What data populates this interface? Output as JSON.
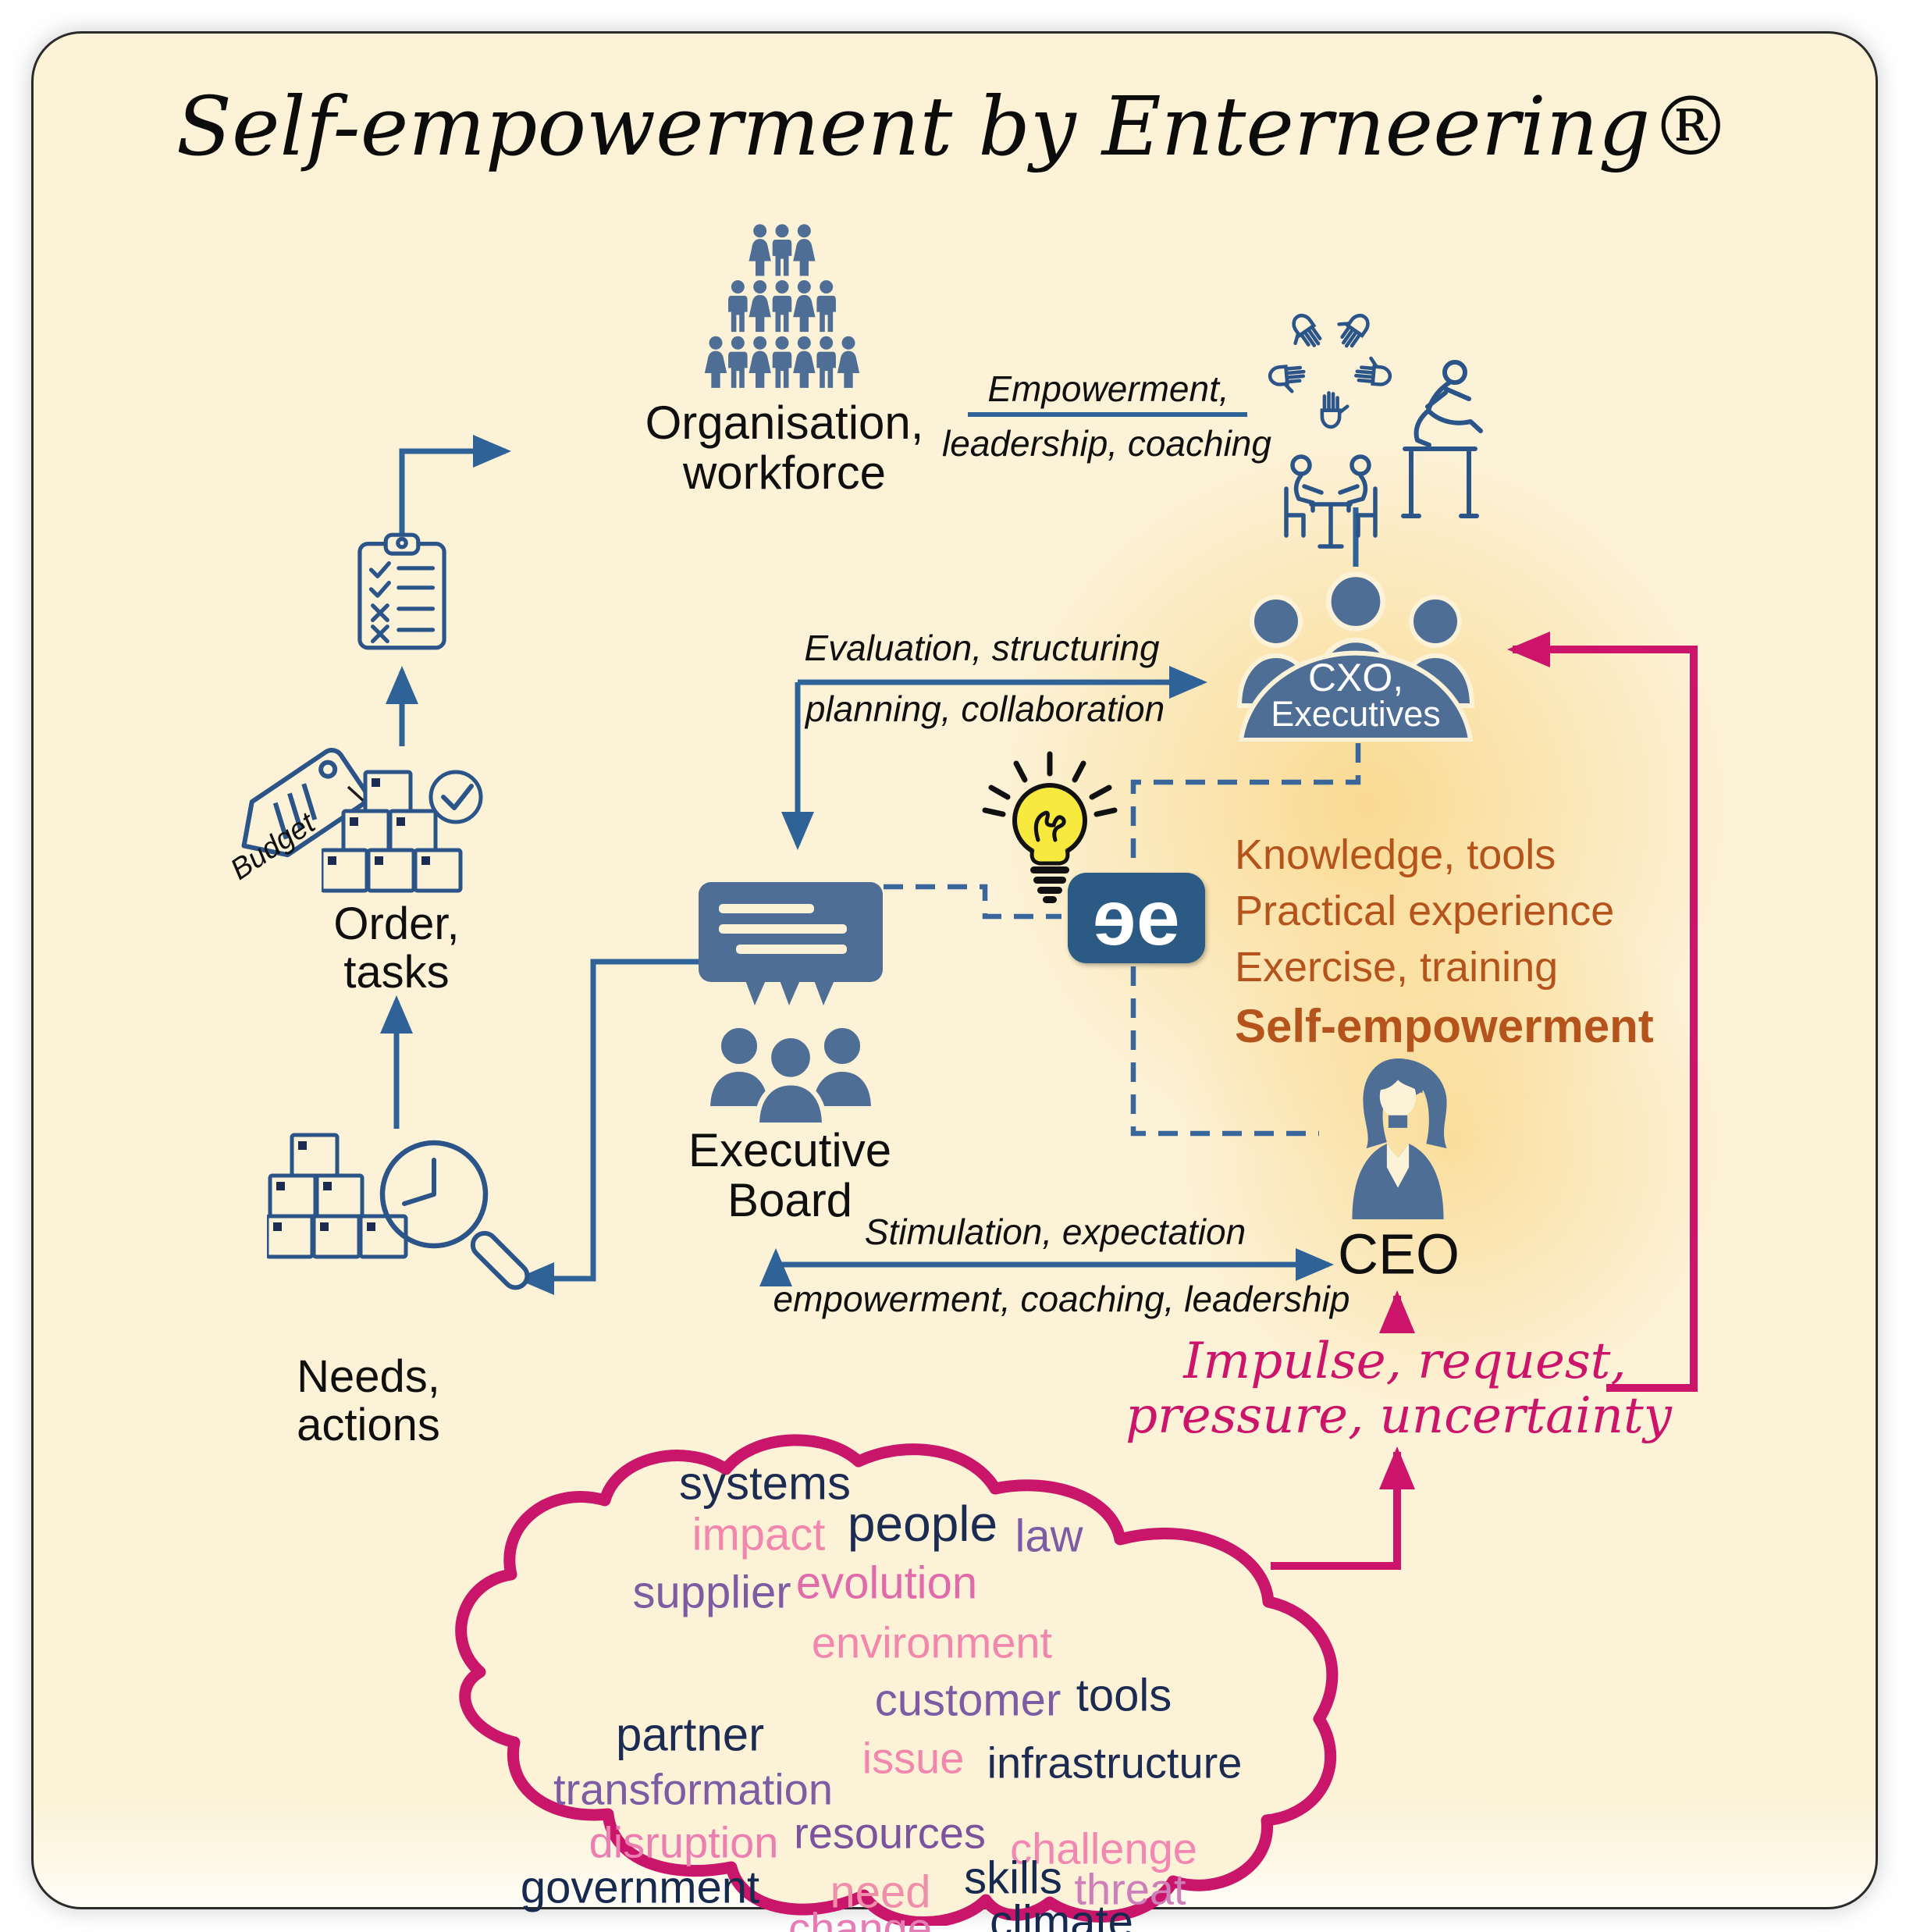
{
  "title": "Self-empowerment by Enterneering®",
  "nodes": {
    "organisation": {
      "line1": "Organisation,",
      "line2": "workforce"
    },
    "cxo": {
      "line1": "CXO,",
      "line2": "Executives"
    },
    "executive_board": {
      "line1": "Executive",
      "line2": "Board"
    },
    "ceo": {
      "label": "CEO"
    },
    "order": {
      "line1": "Order,",
      "line2": "tasks"
    },
    "needs": {
      "line1": "Needs,",
      "line2": "actions"
    },
    "budget": {
      "label": "Budget"
    }
  },
  "edges": {
    "empowerment": {
      "line1": "Empowerment,",
      "line2": "leadership, coaching"
    },
    "evaluation": {
      "line1": "Evaluation, structuring",
      "line2": "planning, collaboration"
    },
    "stimulation": {
      "line1": "Stimulation, expectation",
      "line2": "empowerment, coaching, leadership"
    },
    "impulse": {
      "line1": "Impulse, request,",
      "line2": "pressure, uncertainty"
    }
  },
  "knowledge": {
    "lines": [
      "Knowledge, tools",
      "Practical experience",
      "Exercise, training",
      "Self-empowerment"
    ]
  },
  "logo": {
    "first": "e",
    "second": "e"
  },
  "icons": [
    "people-pyramid-icon",
    "checklist-icon",
    "budget-tag-icon",
    "boxes-check-icon",
    "boxes-magnifier-icon",
    "speech-people-icon",
    "cxo-group-icon",
    "hands-together-icon",
    "coaching-table-icon",
    "hurdler-icon",
    "lightbulb-icon",
    "ceo-woman-icon",
    "ee-logo"
  ],
  "cloud": {
    "words": [
      {
        "text": "systems",
        "color": "#1c2b52"
      },
      {
        "text": "impact",
        "color": "#f287ae"
      },
      {
        "text": "people",
        "color": "#1c2b52"
      },
      {
        "text": "law",
        "color": "#7d5ca3"
      },
      {
        "text": "supplier",
        "color": "#7d5ca3"
      },
      {
        "text": "evolution",
        "color": "#e06aaa"
      },
      {
        "text": "environment",
        "color": "#f287ae"
      },
      {
        "text": "customer",
        "color": "#7d5ca3"
      },
      {
        "text": "tools",
        "color": "#1c2b52"
      },
      {
        "text": "partner",
        "color": "#1c2b52"
      },
      {
        "text": "issue",
        "color": "#f287ae"
      },
      {
        "text": "infrastructure",
        "color": "#1c2b52"
      },
      {
        "text": "transformation",
        "color": "#7d5ca3"
      },
      {
        "text": "disruption",
        "color": "#ec7fb2"
      },
      {
        "text": "resources",
        "color": "#7b539c"
      },
      {
        "text": "challenge",
        "color": "#f287b2"
      },
      {
        "text": "government",
        "color": "#16294f"
      },
      {
        "text": "need",
        "color": "#f08fac"
      },
      {
        "text": "skills",
        "color": "#16294f"
      },
      {
        "text": "threat",
        "color": "#cc7fb8"
      },
      {
        "text": "change",
        "color": "#e57db4"
      },
      {
        "text": "climate",
        "color": "#16294f"
      }
    ]
  },
  "colors": {
    "background": "#fcf2d7",
    "icon_blue": "#4e6e96",
    "outline_blue": "#2b5488",
    "arrow_blue": "#2f6398",
    "dashed_blue": "#3a679b",
    "pink": "#cb146a",
    "brown_text": "#b5531c"
  }
}
